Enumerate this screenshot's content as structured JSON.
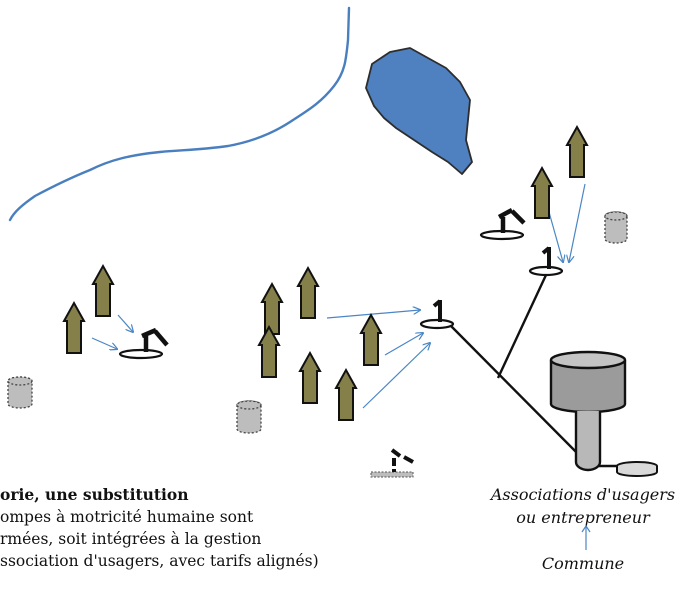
{
  "caption": {
    "title": "orie, une substitution",
    "lines": [
      "ompes à motricité humaine sont",
      "rmées, soit intégrées à la gestion",
      "ssociation d'usagers, avec tarifs alignés)"
    ]
  },
  "governance": {
    "operator_line1": "Associations d'usagers",
    "operator_line2": "ou entrepreneur",
    "authority": "Commune"
  },
  "colors": {
    "river": "#4a7fbf",
    "lake": "#4f80c0",
    "house": "#858049",
    "flow_arrow": "#4a86c5",
    "cistern": "#bdbdbd"
  },
  "icons": [
    "house-icon",
    "hand-pump-icon",
    "standpipe-icon",
    "cistern-icon",
    "water-tower-icon",
    "broken-pump-icon"
  ]
}
